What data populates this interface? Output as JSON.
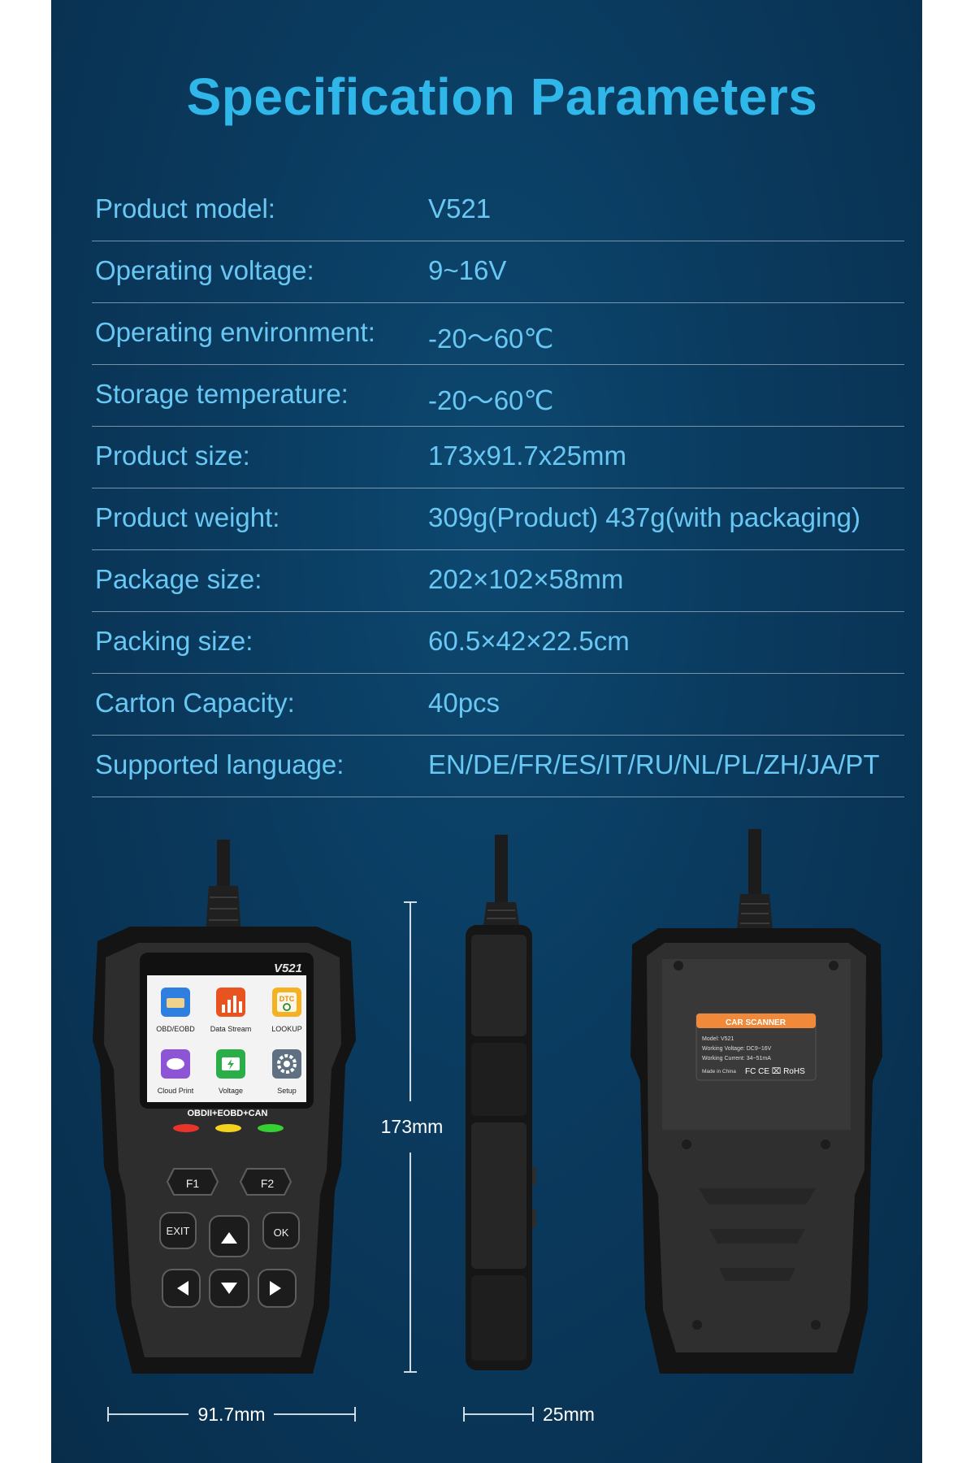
{
  "title": "Specification Parameters",
  "specs": [
    {
      "label": "Product model:",
      "value": "V521"
    },
    {
      "label": "Operating voltage:",
      "value": "9~16V"
    },
    {
      "label": "Operating environment:",
      "value": "-20～60℃"
    },
    {
      "label": "Storage temperature:",
      "value": "-20～60℃"
    },
    {
      "label": "Product size:",
      "value": "173x91.7x25mm"
    },
    {
      "label": "Product weight:",
      "value": "309g(Product)  437g(with packaging)"
    },
    {
      "label": "Package size:",
      "value": "202×102×58mm"
    },
    {
      "label": "Packing size:",
      "value": "60.5×42×22.5cm"
    },
    {
      "label": "Carton Capacity:",
      "value": "40pcs"
    },
    {
      "label": "Supported language:",
      "value": "EN/DE/FR/ES/IT/RU/NL/PL/ZH/JA/PT"
    }
  ],
  "device": {
    "model": "V521",
    "apps": [
      {
        "label": "OBD/EOBD",
        "icon": "engine-icon"
      },
      {
        "label": "Data Stream",
        "icon": "bar-chart-icon"
      },
      {
        "label": "LOOKUP",
        "icon": "dtc-lookup-icon"
      },
      {
        "label": "Cloud Print",
        "icon": "cloud-print-icon"
      },
      {
        "label": "Voltage",
        "icon": "battery-icon"
      },
      {
        "label": "Setup",
        "icon": "gear-icon"
      }
    ],
    "protocols": "OBDII+EOBD+CAN",
    "buttons": {
      "f1": "F1",
      "f2": "F2",
      "exit": "EXIT",
      "ok": "OK"
    },
    "lights": [
      "#e8342a",
      "#f2d21d",
      "#35d032"
    ],
    "back_label": {
      "header": "CAR SCANNER",
      "model": "Model: V521",
      "voltage": "Working Voltage: DC9~16V",
      "current": "Working Current: 34~51mA",
      "origin": "Made in China",
      "marks": "FC CE ⌧ RoHS"
    }
  },
  "dimensions": {
    "height": "173mm",
    "width": "91.7mm",
    "depth": "25mm"
  },
  "colors": {
    "accent": "#2fb7ea",
    "text": "#69c8f3",
    "background": "#0a3a5e"
  }
}
